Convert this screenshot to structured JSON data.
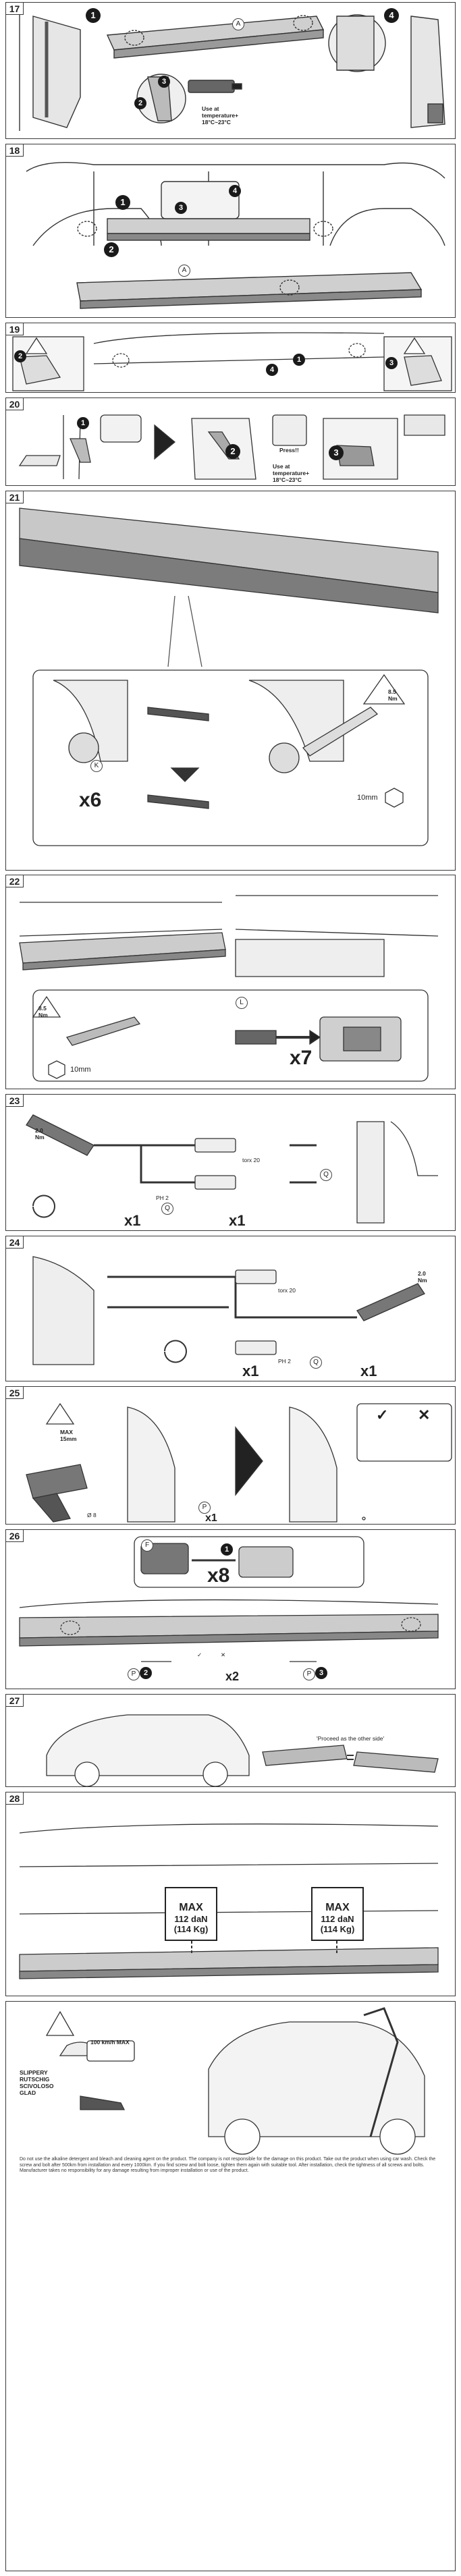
{
  "steps": {
    "s17": "17",
    "s18": "18",
    "s19": "19",
    "s20": "20",
    "s21": "21",
    "s22": "22",
    "s23": "23",
    "s24": "24",
    "s25": "25",
    "s26": "26",
    "s27": "27",
    "s28": "28"
  },
  "labels": {
    "A": "A",
    "K": "K",
    "L": "L",
    "P": "P",
    "Q": "Q",
    "F": "F",
    "ok": "✓",
    "no": "✕"
  },
  "callouts": {
    "c1": "1",
    "c2": "2",
    "c3": "3",
    "c4": "4"
  },
  "temp": {
    "line1": "Use at",
    "line2": "temperature+",
    "line3": "18°C~23°C"
  },
  "press": "Press!!",
  "torque": {
    "t1": "8.5",
    "t2": "8.5",
    "unit": "Nm",
    "t3": "2.0",
    "t4": "2.0"
  },
  "qty": {
    "x6": "x6",
    "x7": "x7",
    "x1": "x1",
    "x2": "x2",
    "x8": "x8"
  },
  "tools": {
    "wrench": "10mm",
    "torx": "torx 20",
    "ph": "PH 2",
    "drill": "Ø 8"
  },
  "max15": {
    "l1": "MAX",
    "l2": "15mm"
  },
  "proceed": "'Proceed as the other side'",
  "maxload": {
    "title": "MAX",
    "v1": "112 daN",
    "v2": "(114 Kg)"
  },
  "speed": "100 km/h MAX",
  "slippery": {
    "l1": "SLIPPERY",
    "l2": "RUTSCHIG",
    "l3": "SCIVOLOSO",
    "l4": "GLAD"
  },
  "warn_text": "Do not use the alkaline detergent and bleach and cleaning agent on the product. The company is not responsible for the damage on this product. Take out the product when using car wash. Check the screw and bolt after 500km from installation and every 1000km. If you find screw and bolt loose, tighten them again with suitable tool. After installation, check the tightness of all screws and bolts. Manufacturer takes no responsibility for any damage resulting from improper installation or use of the product."
}
